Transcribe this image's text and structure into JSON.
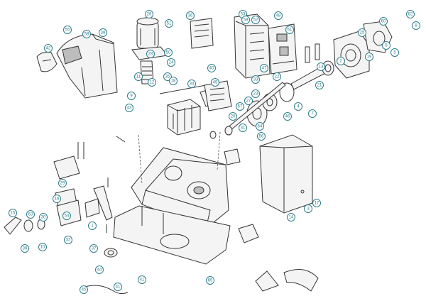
{
  "diagram": {
    "colors": {
      "callout": "#2e7d8c",
      "line": "#333333",
      "fill": "#f4f4f4"
    },
    "callouts": [
      "55",
      "38",
      "42",
      "58",
      "26",
      "51",
      "36",
      "53",
      "48",
      "61",
      "59",
      "52",
      "25",
      "60",
      "62",
      "8",
      "50",
      "24",
      "35",
      "28",
      "11",
      "9",
      "43",
      "12",
      "18",
      "34",
      "40",
      "49",
      "47",
      "22",
      "33",
      "23",
      "27",
      "57",
      "20",
      "31",
      "64",
      "56",
      "46",
      "4",
      "7",
      "21",
      "13",
      "2",
      "19",
      "5",
      "6",
      "3",
      "17",
      "14",
      "15",
      "63",
      "30",
      "39",
      "10",
      "32",
      "29",
      "54",
      "16",
      "1",
      "37",
      "44",
      "45",
      "41",
      "41",
      "65"
    ]
  }
}
